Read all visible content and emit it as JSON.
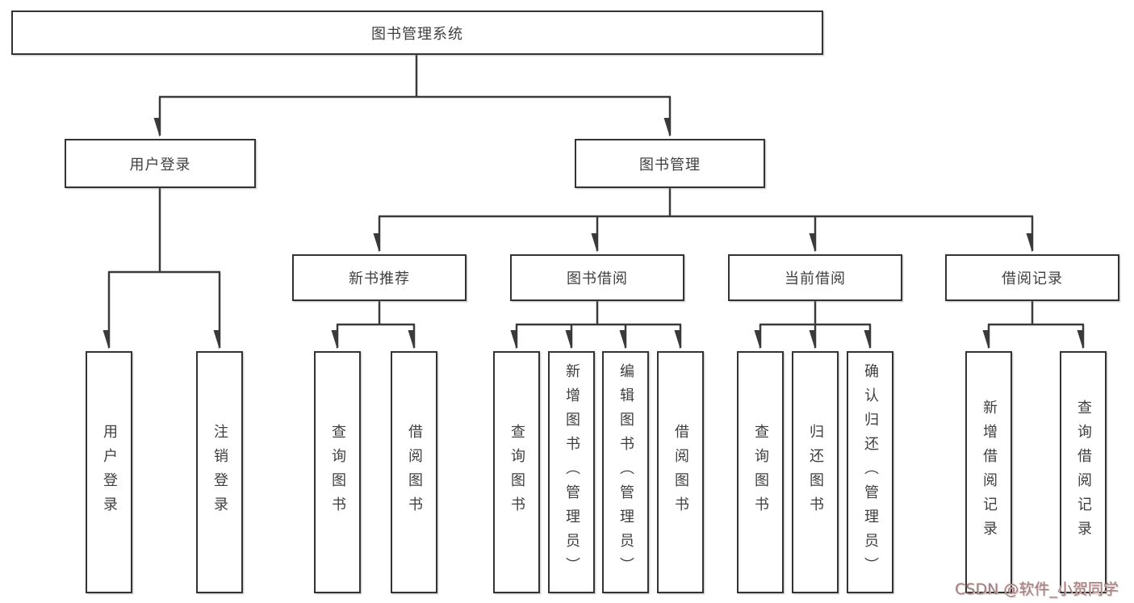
{
  "diagram": {
    "root": {
      "label": "图书管理系统"
    },
    "level2": {
      "user_login": {
        "label": "用户登录"
      },
      "book_management": {
        "label": "图书管理"
      }
    },
    "level3": {
      "new_book_recommend": {
        "label": "新书推荐"
      },
      "book_borrow": {
        "label": "图书借阅"
      },
      "current_borrow": {
        "label": "当前借阅"
      },
      "borrow_record": {
        "label": "借阅记录"
      }
    },
    "leaves": {
      "user_login": {
        "label": "用户登录"
      },
      "logout": {
        "label": "注销登录"
      },
      "rec_query_book": {
        "label": "查询图书"
      },
      "rec_borrow_book": {
        "label": "借阅图书"
      },
      "bb_query_book": {
        "label": "查询图书"
      },
      "bb_add_book": {
        "label": "新增图书（管理员）"
      },
      "bb_edit_book": {
        "label": "编辑图书（管理员）"
      },
      "bb_borrow_book": {
        "label": "借阅图书"
      },
      "cb_query_book": {
        "label": "查询图书"
      },
      "cb_return_book": {
        "label": "归还图书"
      },
      "cb_confirm_return": {
        "label": "确认归还（管理员）"
      },
      "br_add_record": {
        "label": "新增借阅记录"
      },
      "br_query_record": {
        "label": "查询借阅记录"
      }
    }
  },
  "watermark": {
    "text": "CSDN @软件_小贺同学"
  },
  "colors": {
    "line": "#3a3a3a",
    "box_border": "#333333",
    "text": "#3f3f3f",
    "watermark": "#9c8383",
    "background": "#ffffff"
  }
}
